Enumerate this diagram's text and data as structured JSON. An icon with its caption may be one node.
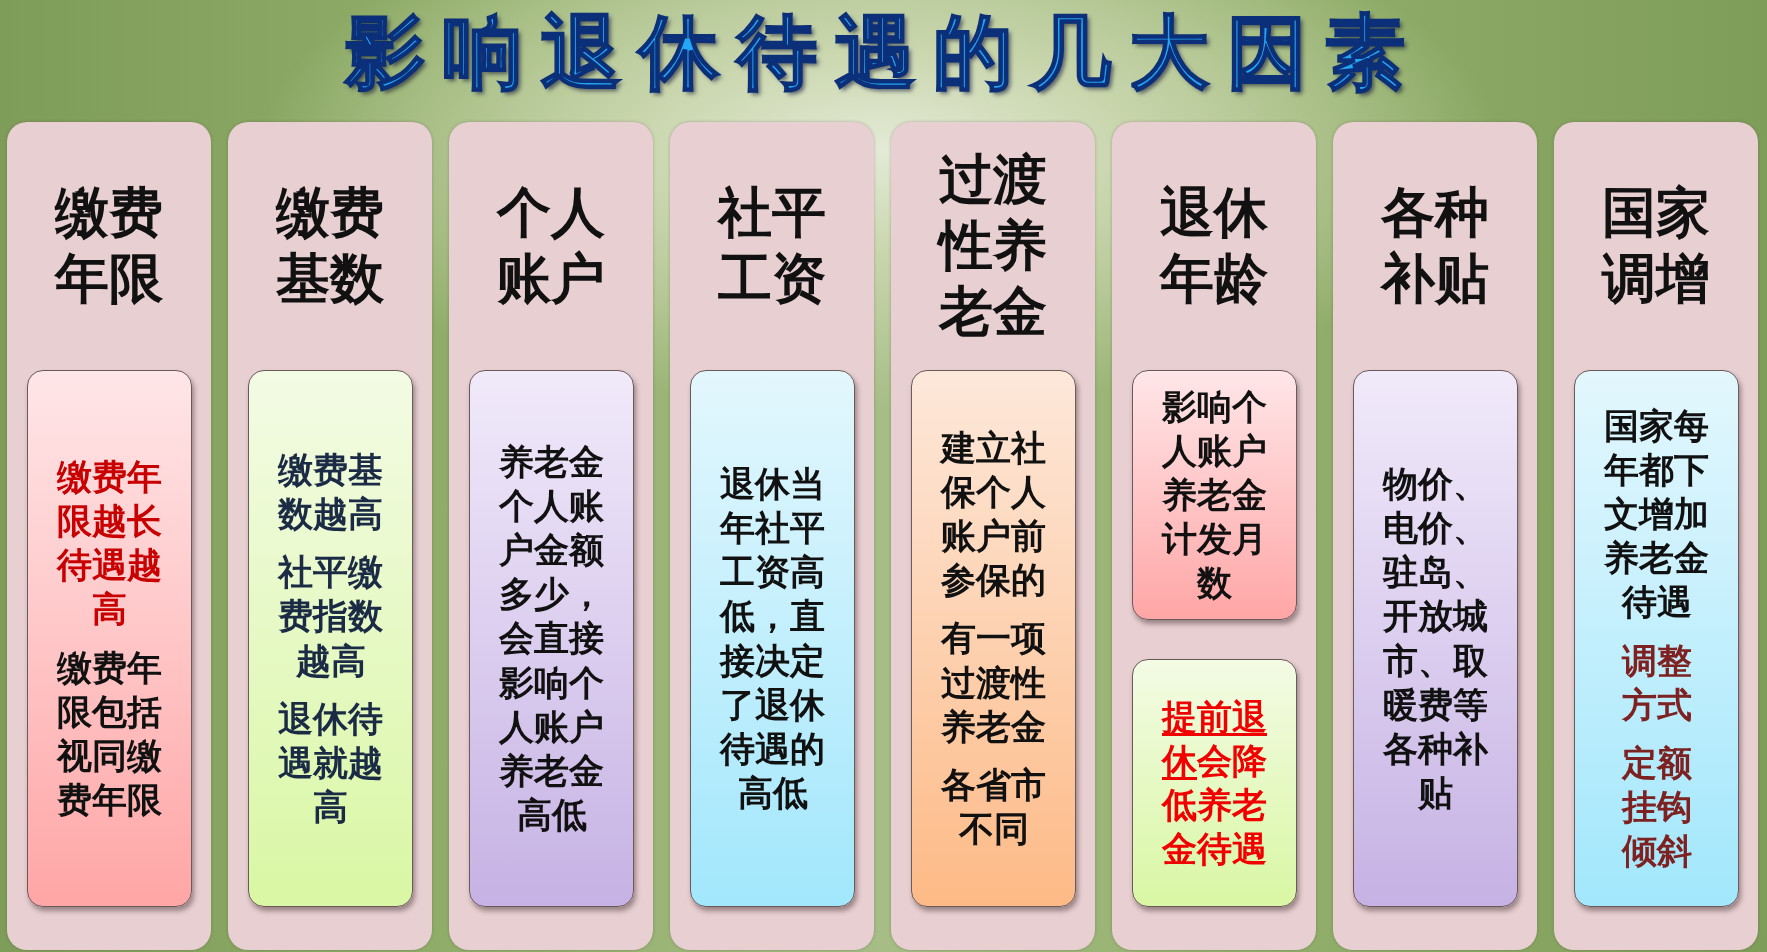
{
  "diagram": {
    "title": "影响退休待遇的几大因素",
    "nodes": [
      {
        "text": [
          "缴费年限"
        ]
      },
      {
        "text": [
          "缴费年限越长待遇越高",
          "缴费年限包括视同缴费年限"
        ],
        "in": 0
      },
      {
        "text": [
          "缴费基数"
        ]
      },
      {
        "text": [
          "缴费基数越高",
          "社平缴费指数越高",
          "退休待遇就越高"
        ],
        "in": 2
      },
      {
        "text": [
          "个人账户"
        ]
      },
      {
        "text": [
          "养老金个人账户金额多少，会直接影响个人账户养老金高低"
        ],
        "in": 4
      },
      {
        "text": [
          "社平工资"
        ]
      },
      {
        "text": [
          "退休当年社平工资高低，直接决定了退休待遇的高低"
        ],
        "in": 6
      },
      {
        "text": [
          "过渡性养老金"
        ]
      },
      {
        "text": [
          "建立社保个人账户前参保的",
          "有一项过渡性养老金",
          "各省市不同"
        ],
        "in": 8
      },
      {
        "text": [
          "退休年龄"
        ]
      },
      {
        "text": [
          "影响个人账户养老金计发月数"
        ],
        "in": 10
      },
      {
        "text": [
          "**提前退休**会降低养老金待遇"
        ],
        "in": 10
      },
      {
        "text": [
          "各种补贴"
        ]
      },
      {
        "text": [
          "物价、电价、驻岛、开放城市、取暖费等各种补贴"
        ],
        "in": 13
      },
      {
        "text": [
          "国家调增"
        ]
      },
      {
        "text": [
          "国家每年都下文增加养老金待遇",
          "调整方式",
          "定额挂钩倾斜"
        ],
        "in": 15
      }
    ]
  }
}
